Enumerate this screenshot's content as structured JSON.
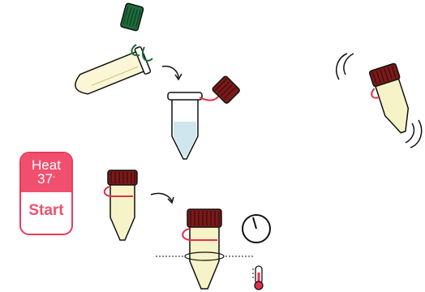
{
  "heat_button": {
    "label": "Heat",
    "temperature": "37",
    "degree_mark": "°",
    "action": "Start"
  },
  "colors": {
    "accent": "#f0506e",
    "cap_dark_red": "#7a1a1a",
    "cap_green": "#1f6b3c",
    "liquid_yellow": "#f7f3c8",
    "liquid_blue": "#cfe6ee",
    "band_red": "#e0304a"
  }
}
